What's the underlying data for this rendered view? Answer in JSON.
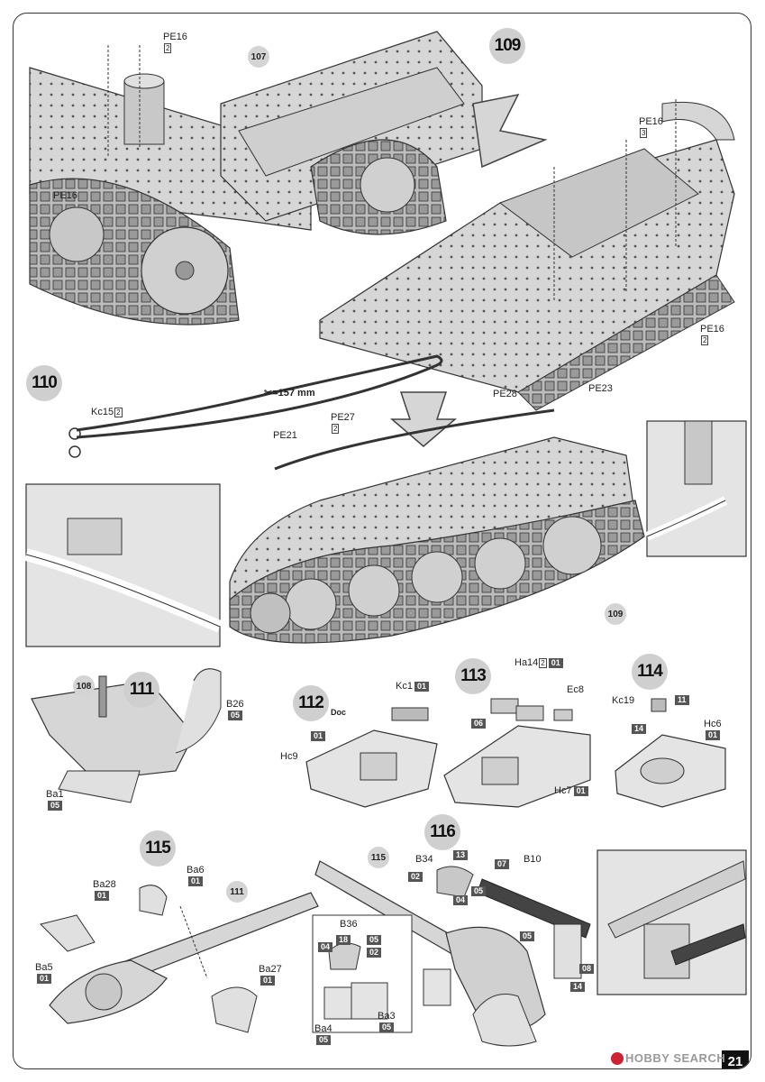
{
  "page_number": "21",
  "watermark": "HOBBY SEARCH",
  "steps": [
    {
      "id": "s109",
      "number": "109"
    },
    {
      "id": "s110",
      "number": "110"
    },
    {
      "id": "s111",
      "number": "111"
    },
    {
      "id": "s112",
      "number": "112"
    },
    {
      "id": "s113",
      "number": "113"
    },
    {
      "id": "s114",
      "number": "114"
    },
    {
      "id": "s115",
      "number": "115"
    },
    {
      "id": "s116",
      "number": "116"
    }
  ],
  "refs": {
    "r107": "107",
    "r109": "109",
    "r108": "108",
    "r111": "111",
    "r115": "115"
  },
  "measure": "=157 mm",
  "labels": {
    "pe16_a": "PE16",
    "pe16_b": "PE16",
    "pe16_c": "PE16",
    "pe16_d": "PE16",
    "kc15": "Kc15",
    "pe21": "PE21",
    "pe27": "PE27",
    "pe28": "PE28",
    "pe23": "PE23",
    "b26": "B26",
    "ba1": "Ba1",
    "kc1": "Kc1",
    "doc": "Doc",
    "hc9": "Hc9",
    "ha14": "Ha14",
    "ec8": "Ec8",
    "hc7": "Hc7",
    "kc19": "Kc19",
    "hc6": "Hc6",
    "ba28": "Ba28",
    "ba6": "Ba6",
    "ba5": "Ba5",
    "ba27": "Ba27",
    "b34": "B34",
    "b10": "B10",
    "b36": "B36",
    "ba4": "Ba4",
    "ba3": "Ba3"
  },
  "qty": {
    "x2": "2",
    "x3": "3"
  },
  "codes": {
    "c05": "05",
    "c01": "01",
    "c06": "06",
    "c11": "11",
    "c14": "14",
    "c13": "13",
    "c07": "07",
    "c02": "02",
    "c04": "04",
    "c08": "08",
    "c18": "18"
  }
}
